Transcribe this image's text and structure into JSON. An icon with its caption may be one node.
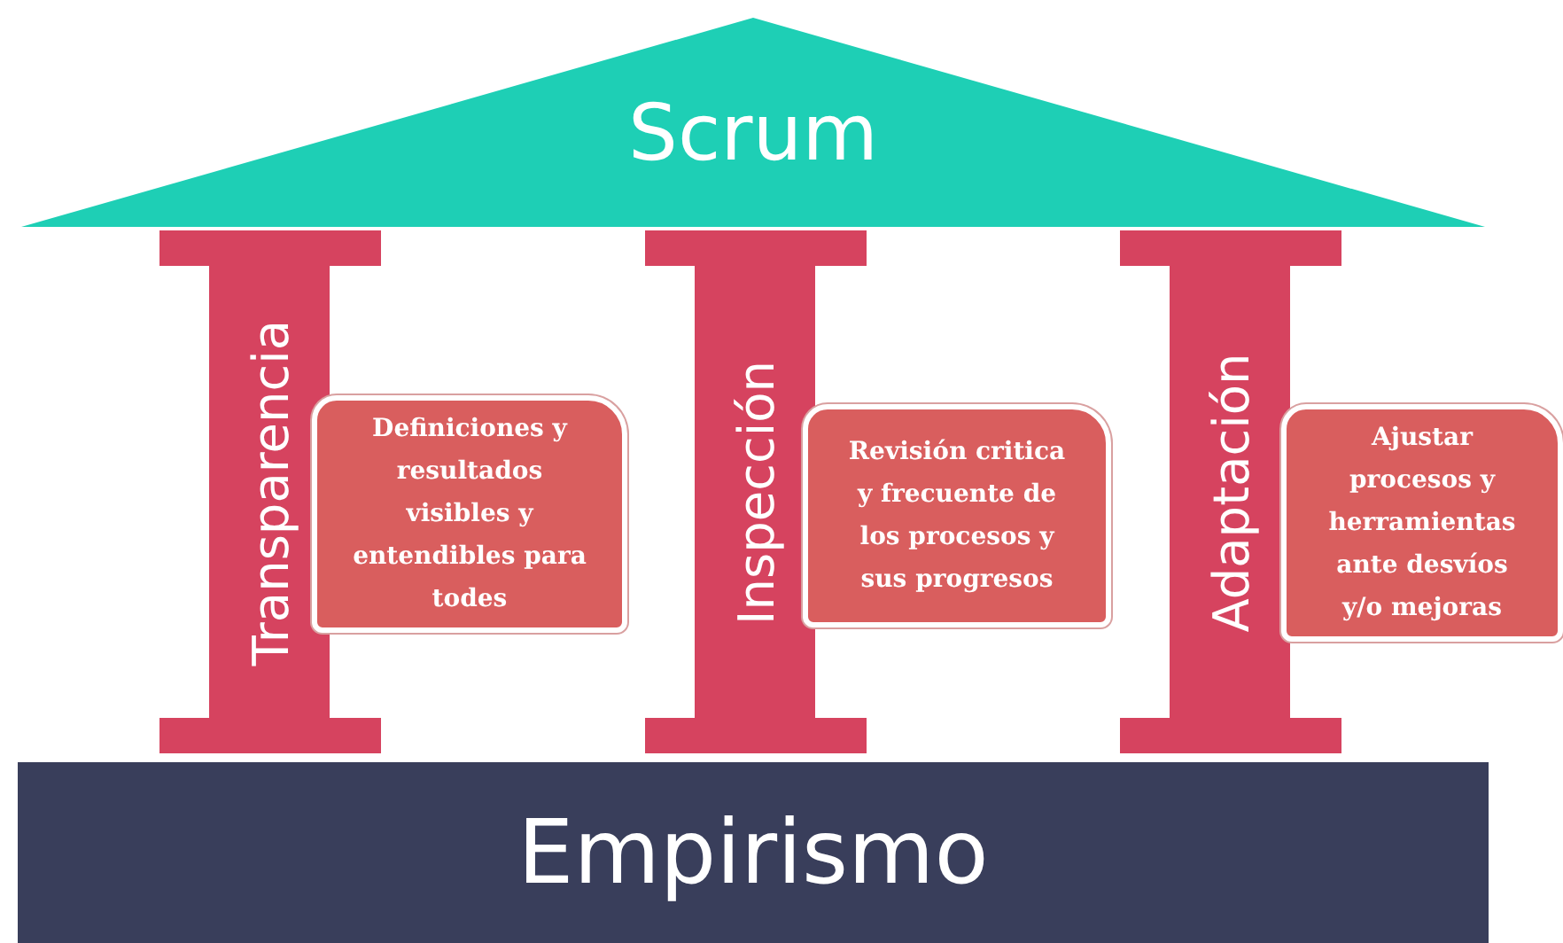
{
  "diagram": {
    "nodes": [
      {
        "text": [
          "Scrum"
        ]
      },
      {
        "text": [
          "Transparencia"
        ]
      },
      {
        "text": [
          "Inspección"
        ]
      },
      {
        "text": [
          "Adaptación"
        ]
      },
      {
        "text": [
          "Definiciones y resultados visibles y entendibles para todes"
        ]
      },
      {
        "text": [
          "Revisión critica y frecuente de los procesos y sus progresos"
        ]
      },
      {
        "text": [
          "Ajustar procesos y herramientas ante desvíos y/o mejoras"
        ]
      },
      {
        "text": [
          "Empirismo"
        ]
      }
    ],
    "edges": []
  }
}
